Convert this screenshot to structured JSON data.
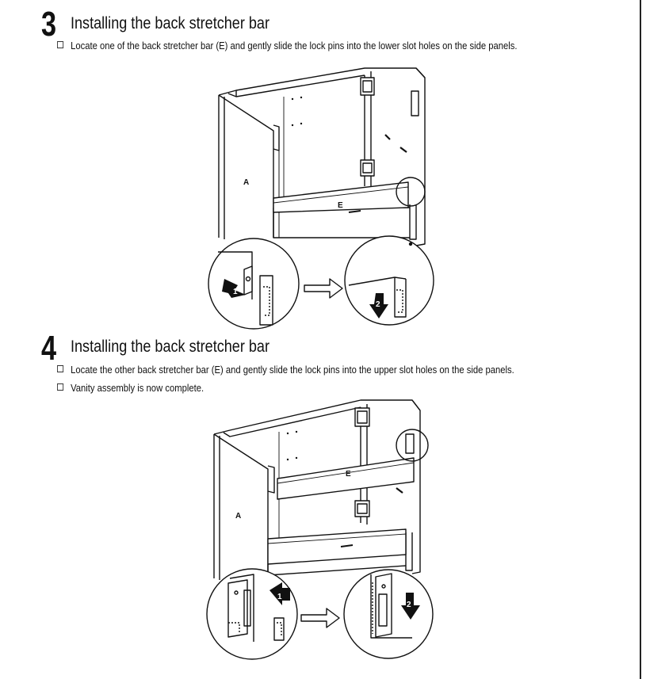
{
  "steps": [
    {
      "number": "3",
      "title": "Installing the back stretcher bar",
      "bullets": [
        "Locate one of the back stretcher bar (E) and gently slide the lock pins into the lower slot holes on the side panels."
      ],
      "diagram_labels": {
        "panel": "A",
        "bar": "E",
        "arrow1": "1",
        "arrow2": "2"
      }
    },
    {
      "number": "4",
      "title": "Installing the back stretcher bar",
      "bullets": [
        "Locate the other back stretcher bar (E) and gently slide the lock pins into the upper slot holes on the side panels.",
        "Vanity assembly is now complete."
      ],
      "diagram_labels": {
        "panel": "A",
        "bar": "E",
        "arrow1": "1",
        "arrow2": "2"
      }
    }
  ]
}
